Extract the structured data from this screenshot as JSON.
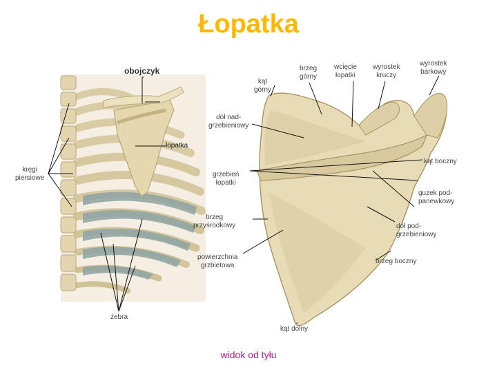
{
  "title": "Łopatka",
  "subtitle": "widok od tyłu",
  "colors": {
    "title": "#ffb800",
    "subtitle": "#c0169a",
    "bone": "#e7dcb6",
    "bone_shadow": "#c9b989",
    "cartilage": "#8fa3a4",
    "muscle_gap": "#8f6e5a",
    "leader_line": "#111111"
  },
  "labels": {
    "obojczyk": "obojczyk",
    "kat_gorny": "kąt\ngórny",
    "brzeg_gorny": "brzeg\ngórny",
    "wciecie_lopatki": "wcięcie\nłopatki",
    "wyrostek_kruczy": "wyrostek\nkruczy",
    "wyrostek_barkowy": "wyrostek\nbarkowy",
    "dol_nadgrzebieniowy": "dół nad-\ngrzebieniowy",
    "lopatka": "łopatka",
    "kat_boczny": "kąt boczny",
    "kregi_piersiowe": "kręgi\npiersiowe",
    "grzebien_lopatki": "grzebień\nłopatki",
    "guzek_podpanewkowy": "guzek pod-\npanewkowy",
    "brzeg_przysrodkowy": "brzeg\nprzyśrodkowy",
    "dol_podgrzebieniowy": "dół pod-\ngrzebieniowy",
    "powierzchnia_grzbietowa": "powierzchnia\ngrzbietowa",
    "brzeg_boczny": "brzeg boczny",
    "zebra": "żebra",
    "kat_dolny": "kąt dolny"
  }
}
